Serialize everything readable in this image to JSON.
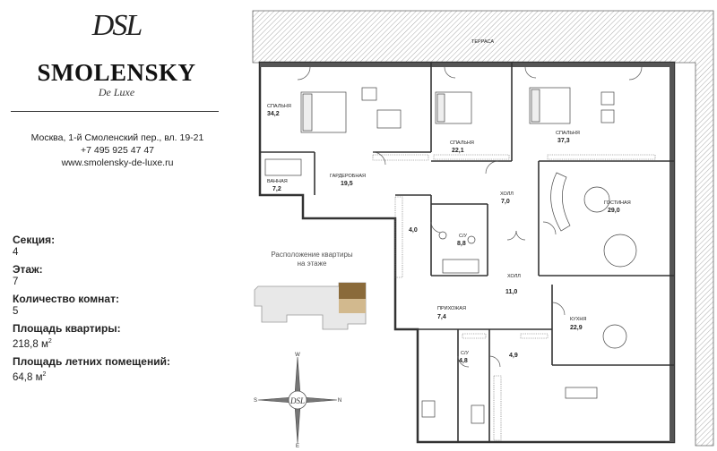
{
  "brand": {
    "monogram": "DSL",
    "name": "SMOLENSKY",
    "subtitle": "De Luxe"
  },
  "contact": {
    "address": "Москва, 1-й Смоленский пер., вл. 19-21",
    "phone": "+7 495 925 47 47",
    "website": "www.smolensky-de-luxe.ru"
  },
  "specs": [
    {
      "label": "Секция:",
      "value": "4"
    },
    {
      "label": "Этаж:",
      "value": "7"
    },
    {
      "label": "Количество комнат:",
      "value": "5"
    },
    {
      "label": "Площадь квартиры:",
      "value": "218,8 м",
      "unit_sup": "2"
    },
    {
      "label": "Площадь летних помещений:",
      "value": "64,8 м",
      "unit_sup": "2"
    }
  ],
  "location_caption": "Расположение квартиры на этаже",
  "compass": {
    "north": "N",
    "south": "S",
    "east": "E",
    "west": "W"
  },
  "rooms": {
    "terrace": "ТЕРРАСА",
    "bedroom1": {
      "name": "СПАЛЬНЯ",
      "area": "34,2"
    },
    "bedroom2": {
      "name": "СПАЛЬНЯ",
      "area": "22,1"
    },
    "bedroom3": {
      "name": "СПАЛЬНЯ",
      "area": "37,3"
    },
    "dressing": {
      "name": "ГАРДЕРОБНАЯ",
      "area": "19,5"
    },
    "bath1": {
      "name": "ВАННАЯ",
      "area": "7,2"
    },
    "hall1": {
      "name": "ХОЛЛ",
      "area": "7,0"
    },
    "living": {
      "name": "ГОСТИНАЯ",
      "area": "29,0"
    },
    "storage1": {
      "area": "4,0"
    },
    "wc1": {
      "name": "С/У",
      "area": "8,8"
    },
    "hall2": {
      "name": "ХОЛЛ",
      "area": "11,0"
    },
    "entry": {
      "name": "ПРИХОЖАЯ",
      "area": "7,4"
    },
    "kitchen": {
      "name": "КУХНЯ",
      "area": "22,9"
    },
    "wc2": {
      "name": "С/У",
      "area": "4,8"
    },
    "storage2": {
      "area": "4,9"
    }
  }
}
